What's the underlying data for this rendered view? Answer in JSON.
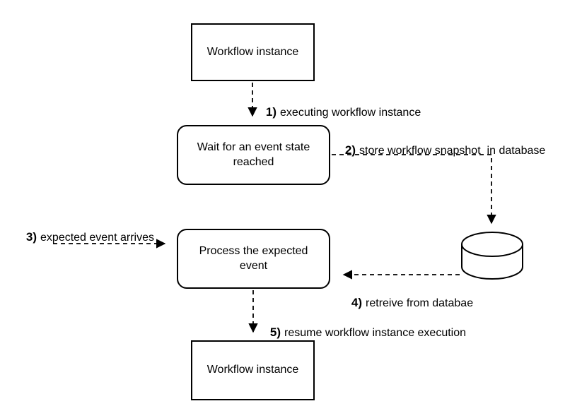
{
  "diagram": {
    "type": "flowchart",
    "colors": {
      "node_fill": "#ffffff",
      "node_stroke": "#000000",
      "edge_stroke": "#000000",
      "text": "#000000",
      "background": "#ffffff"
    },
    "nodes": {
      "workflow_instance_top": "Workflow instance",
      "wait_state": "Wait for an event state reached",
      "process_event": "Process the expected event",
      "workflow_instance_bottom": "Workflow instance",
      "database": "database-cylinder"
    },
    "edges": {
      "e1": {
        "num": "1)",
        "text": "executing workflow instance",
        "from": "workflow_instance_top",
        "to": "wait_state"
      },
      "e2": {
        "num": "2)",
        "text": "store workflow snapshot  in database",
        "from": "wait_state",
        "to": "database"
      },
      "e3": {
        "num": "3)",
        "text": "expected event arrives",
        "from": "external",
        "to": "process_event"
      },
      "e4": {
        "num": "4)",
        "text": "retreive from databae",
        "from": "database",
        "to": "process_event"
      },
      "e5": {
        "num": "5)",
        "text": "resume workflow instance execution",
        "from": "process_event",
        "to": "workflow_instance_bottom"
      }
    }
  }
}
